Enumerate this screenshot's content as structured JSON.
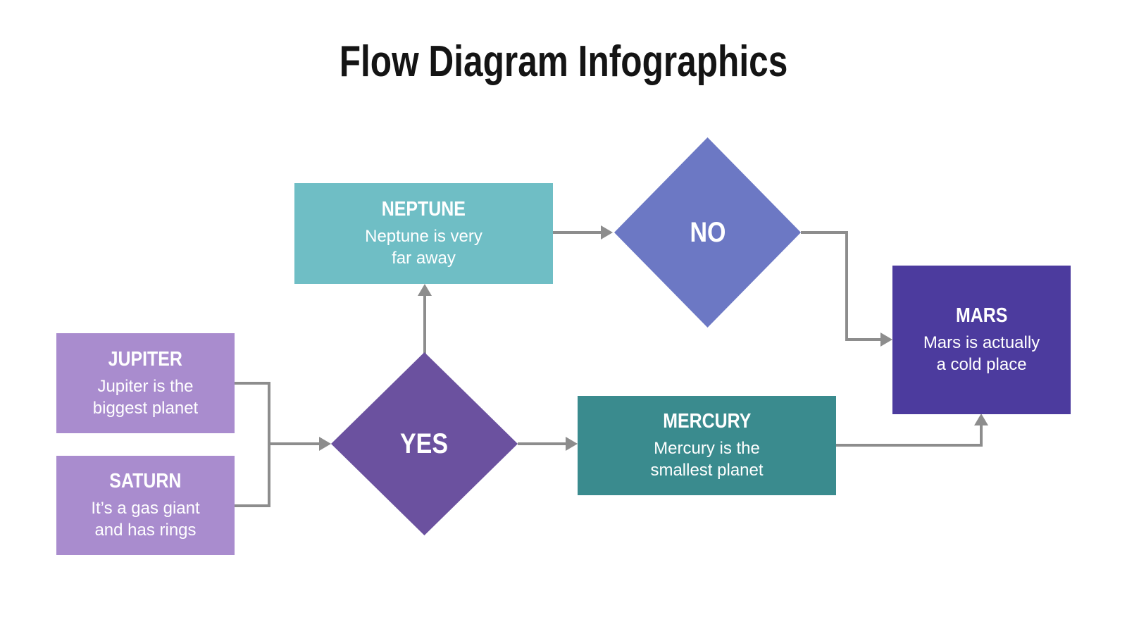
{
  "title": "Flow Diagram Infographics",
  "colors": {
    "background": "#ffffff",
    "title_text": "#141414",
    "node_text": "#ffffff",
    "connector": "#8d8d8d",
    "light_purple": "#a98cce",
    "purple": "#6b519f",
    "blue_purple": "#6c78c4",
    "teal": "#6fbec5",
    "dark_teal": "#3a8b8e",
    "indigo": "#4c3b9e"
  },
  "nodes": {
    "jupiter": {
      "label": "JUPITER",
      "description": "Jupiter is the\nbiggest planet",
      "color": "#a98cce",
      "shape": "rectangle"
    },
    "saturn": {
      "label": "SATURN",
      "description": "It’s a gas giant\nand has rings",
      "color": "#a98cce",
      "shape": "rectangle"
    },
    "yes": {
      "label": "YES",
      "color": "#6b519f",
      "shape": "diamond"
    },
    "neptune": {
      "label": "NEPTUNE",
      "description": "Neptune is very\nfar away",
      "color": "#6fbec5",
      "shape": "rectangle"
    },
    "no": {
      "label": "NO",
      "color": "#6c78c4",
      "shape": "diamond"
    },
    "mercury": {
      "label": "MERCURY",
      "description": "Mercury is the\nsmallest planet",
      "color": "#3a8b8e",
      "shape": "rectangle"
    },
    "mars": {
      "label": "MARS",
      "description": "Mars is actually\na cold place",
      "color": "#4c3b9e",
      "shape": "rectangle"
    }
  },
  "edges": [
    {
      "from": "jupiter",
      "to": "yes"
    },
    {
      "from": "saturn",
      "to": "yes"
    },
    {
      "from": "yes",
      "to": "neptune"
    },
    {
      "from": "yes",
      "to": "mercury"
    },
    {
      "from": "neptune",
      "to": "no"
    },
    {
      "from": "no",
      "to": "mars"
    },
    {
      "from": "mercury",
      "to": "mars"
    }
  ]
}
